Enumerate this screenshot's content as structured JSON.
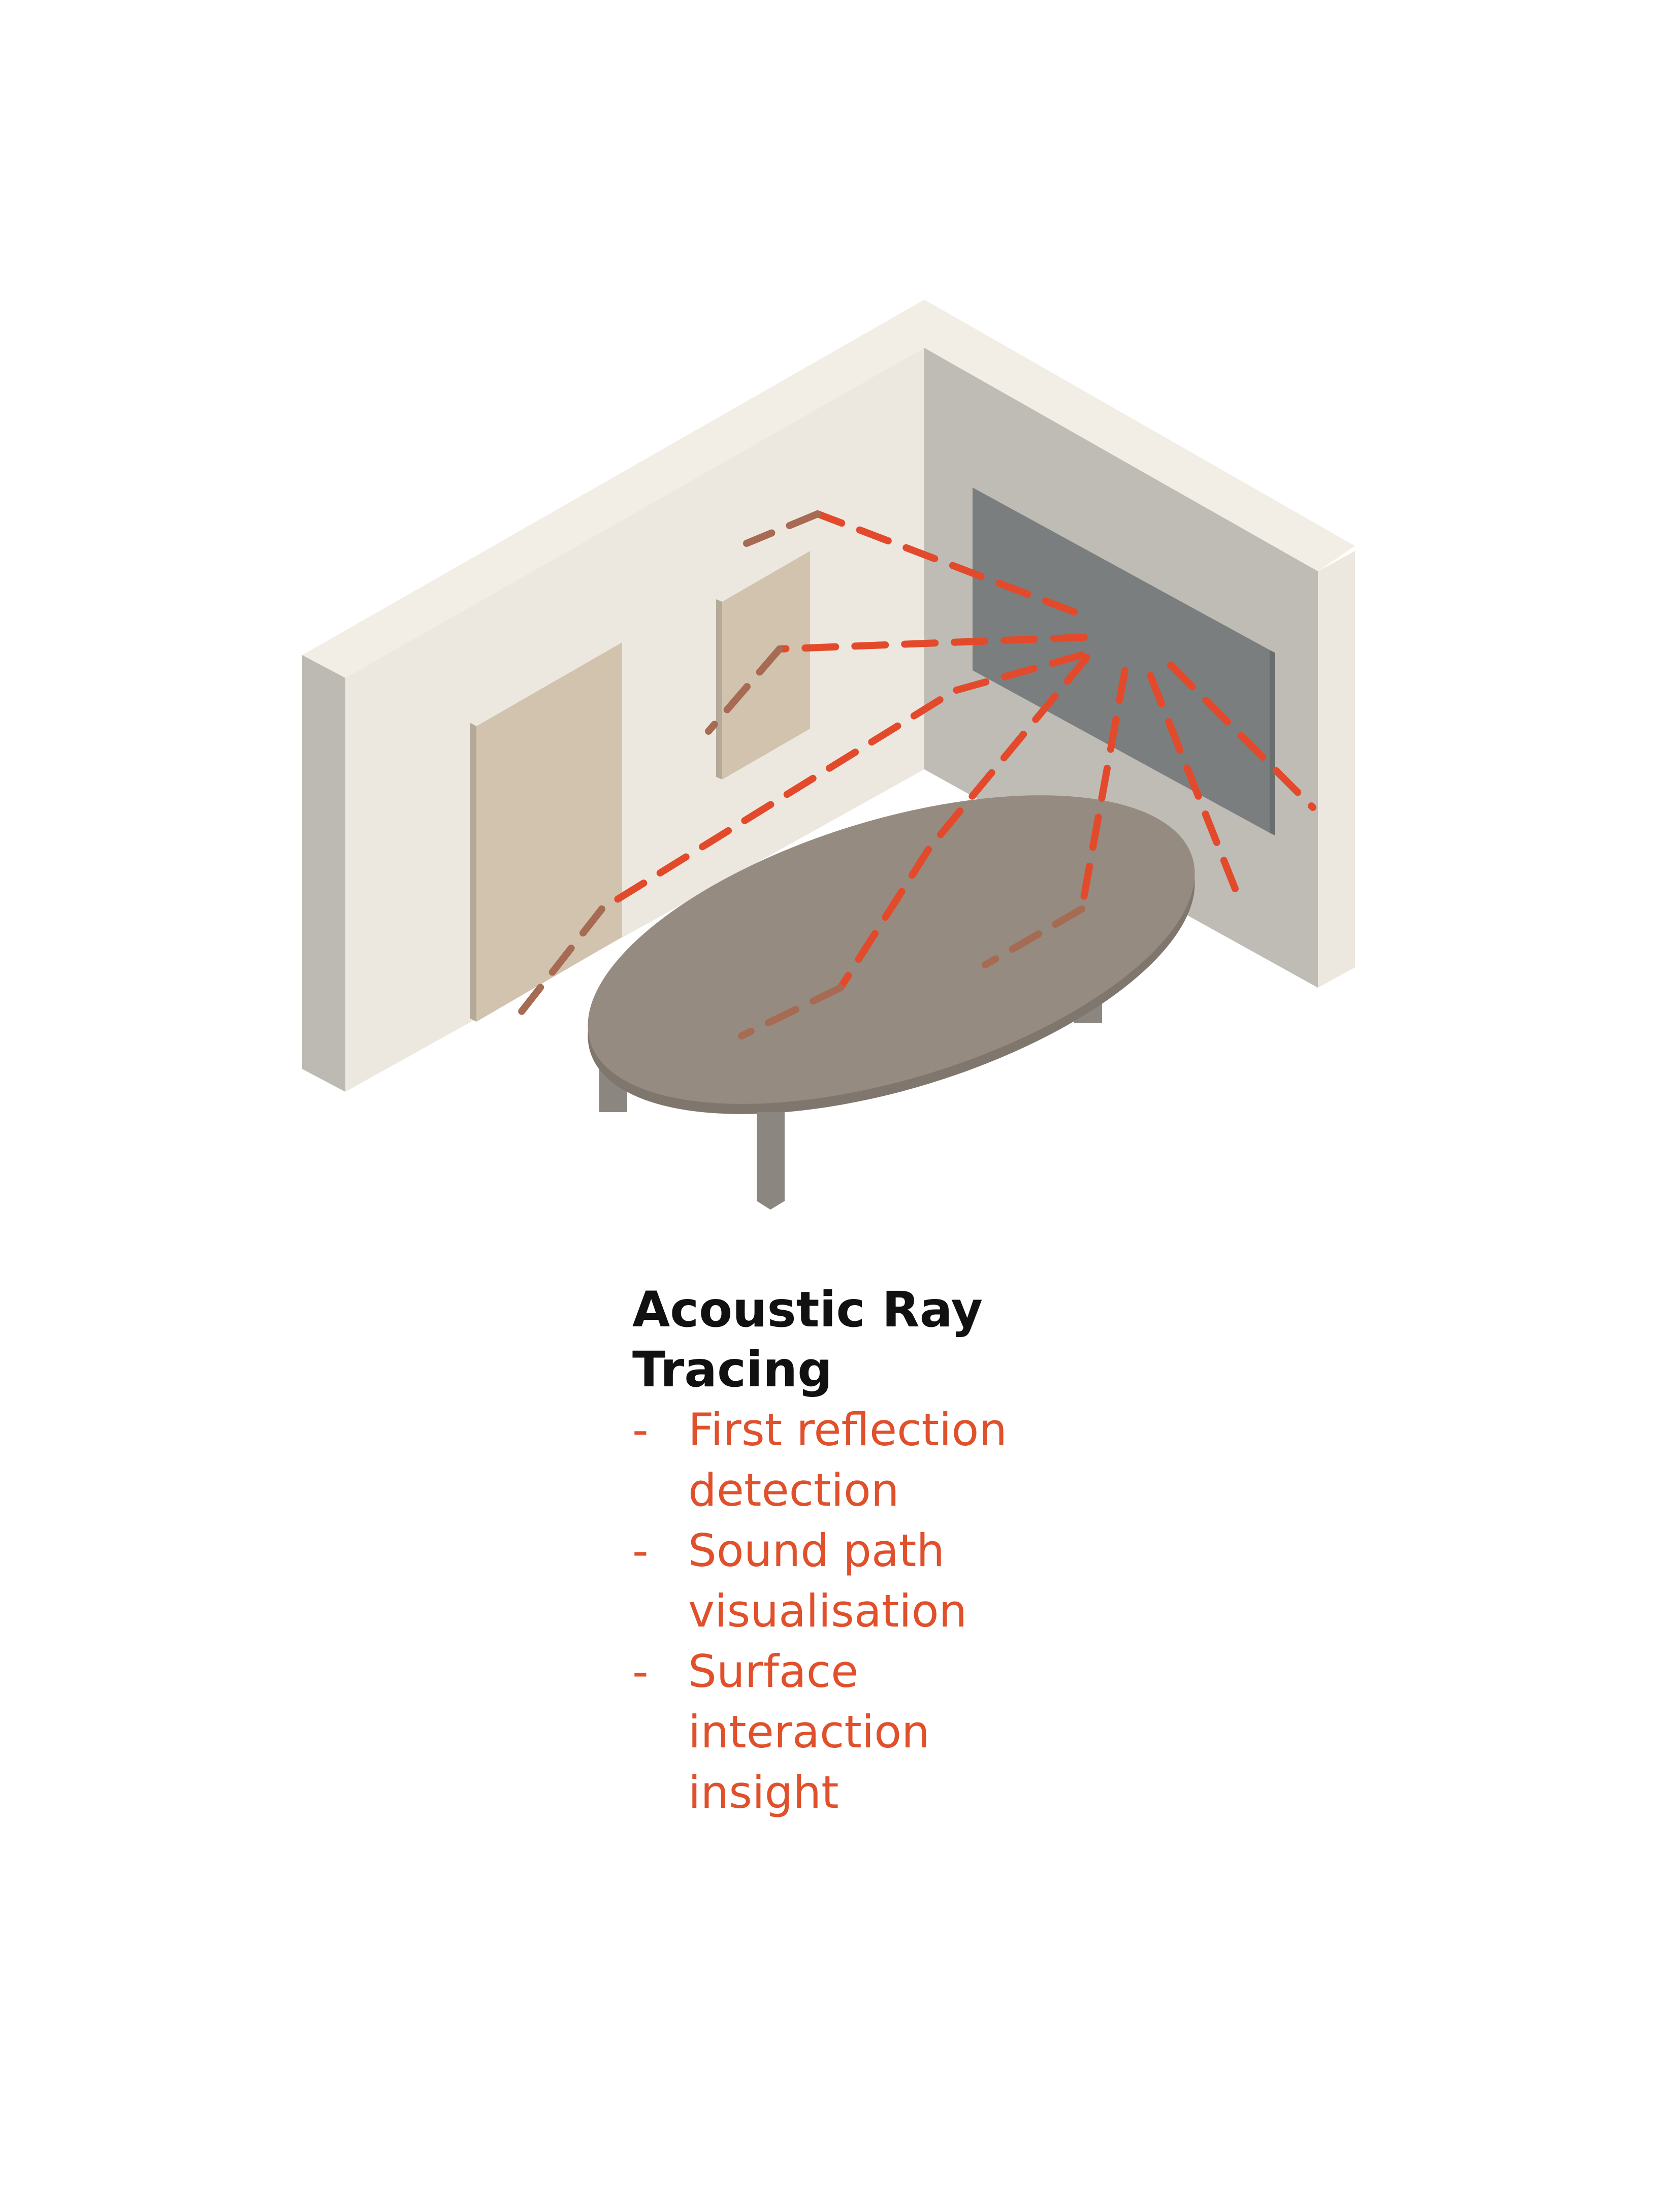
{
  "caption": {
    "title_line1": "Acoustic Ray",
    "title_line2": "Tracing",
    "bullet_marker": "-",
    "items": [
      {
        "line1": "First reflection",
        "line2": "detection",
        "line3": ""
      },
      {
        "line1": "Sound path",
        "line2": "visualisation",
        "line3": ""
      },
      {
        "line1": "Surface",
        "line2": "interaction",
        "line3": "insight"
      }
    ]
  },
  "colors": {
    "ray_primary": "#e24a2b",
    "ray_reflected": "#a76a52",
    "title_text": "#111111",
    "list_text": "#e0502b",
    "wall_face": "#ede8df",
    "wall_top": "#f2eee6",
    "wall_side": "#bdbab3",
    "wall_right_face": "#bebcb5",
    "screen": "#7b7e7e",
    "panel": "#d1c3ad",
    "table_top": "#968b80",
    "table_legs": "#8b8680"
  },
  "icons": {
    "speaker_screen": "wall-screen-icon",
    "absorber_panel": "acoustic-panel-icon",
    "table": "conference-table-icon"
  }
}
